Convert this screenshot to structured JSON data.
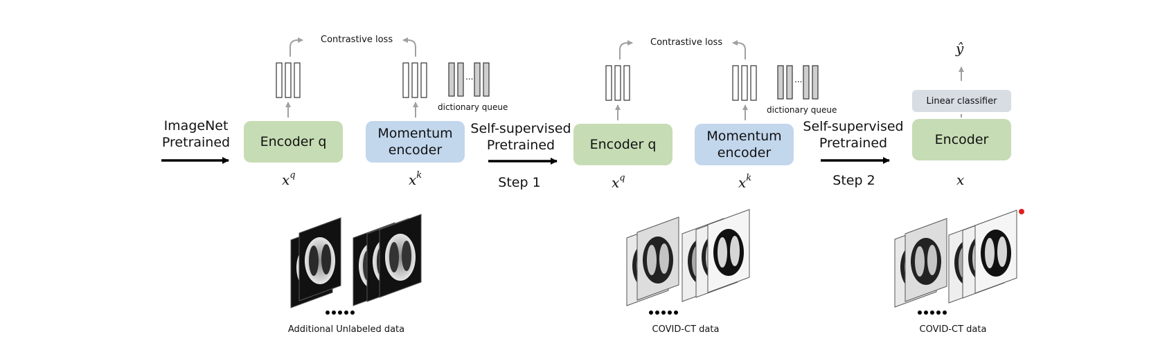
{
  "stage_labels": {
    "imagenet": "ImageNet\nPretrained",
    "ssl_1": "Self-supervised\nPretrained",
    "ssl_2": "Self-supervised\nPretrained",
    "step1": "Step 1",
    "step2": "Step 2"
  },
  "blocks": {
    "encoder_q_1": "Encoder q",
    "momentum_1": "Momentum\nencoder",
    "encoder_q_2": "Encoder q",
    "momentum_2": "Momentum\nencoder",
    "encoder_final": "Encoder",
    "linear_classifier": "Linear classifier"
  },
  "annotations": {
    "contrastive_loss_1": "Contrastive loss",
    "contrastive_loss_2": "Contrastive loss",
    "dictionary_queue_1": "dictionary queue",
    "dictionary_queue_2": "dictionary queue",
    "ellipsis": "..."
  },
  "math": {
    "xq_1_base": "x",
    "xq_1_sup": "q",
    "xk_1_base": "x",
    "xk_1_sup": "k",
    "xq_2_base": "x",
    "xq_2_sup": "q",
    "xk_2_base": "x",
    "xk_2_sup": "k",
    "x_final": "x",
    "y_hat": "ŷ"
  },
  "datasets": {
    "left": "Additional Unlabeled data",
    "middle": "COVID-CT data",
    "right": "COVID-CT data"
  },
  "colors": {
    "encoder_green": "#c6dcb4",
    "momentum_blue": "#c2d6ec",
    "classifier_gray": "#d8dde4",
    "arrow_gray": "#a0a0a0",
    "queue_gray": "#cfcfcf",
    "marker_red": "#e02020"
  }
}
